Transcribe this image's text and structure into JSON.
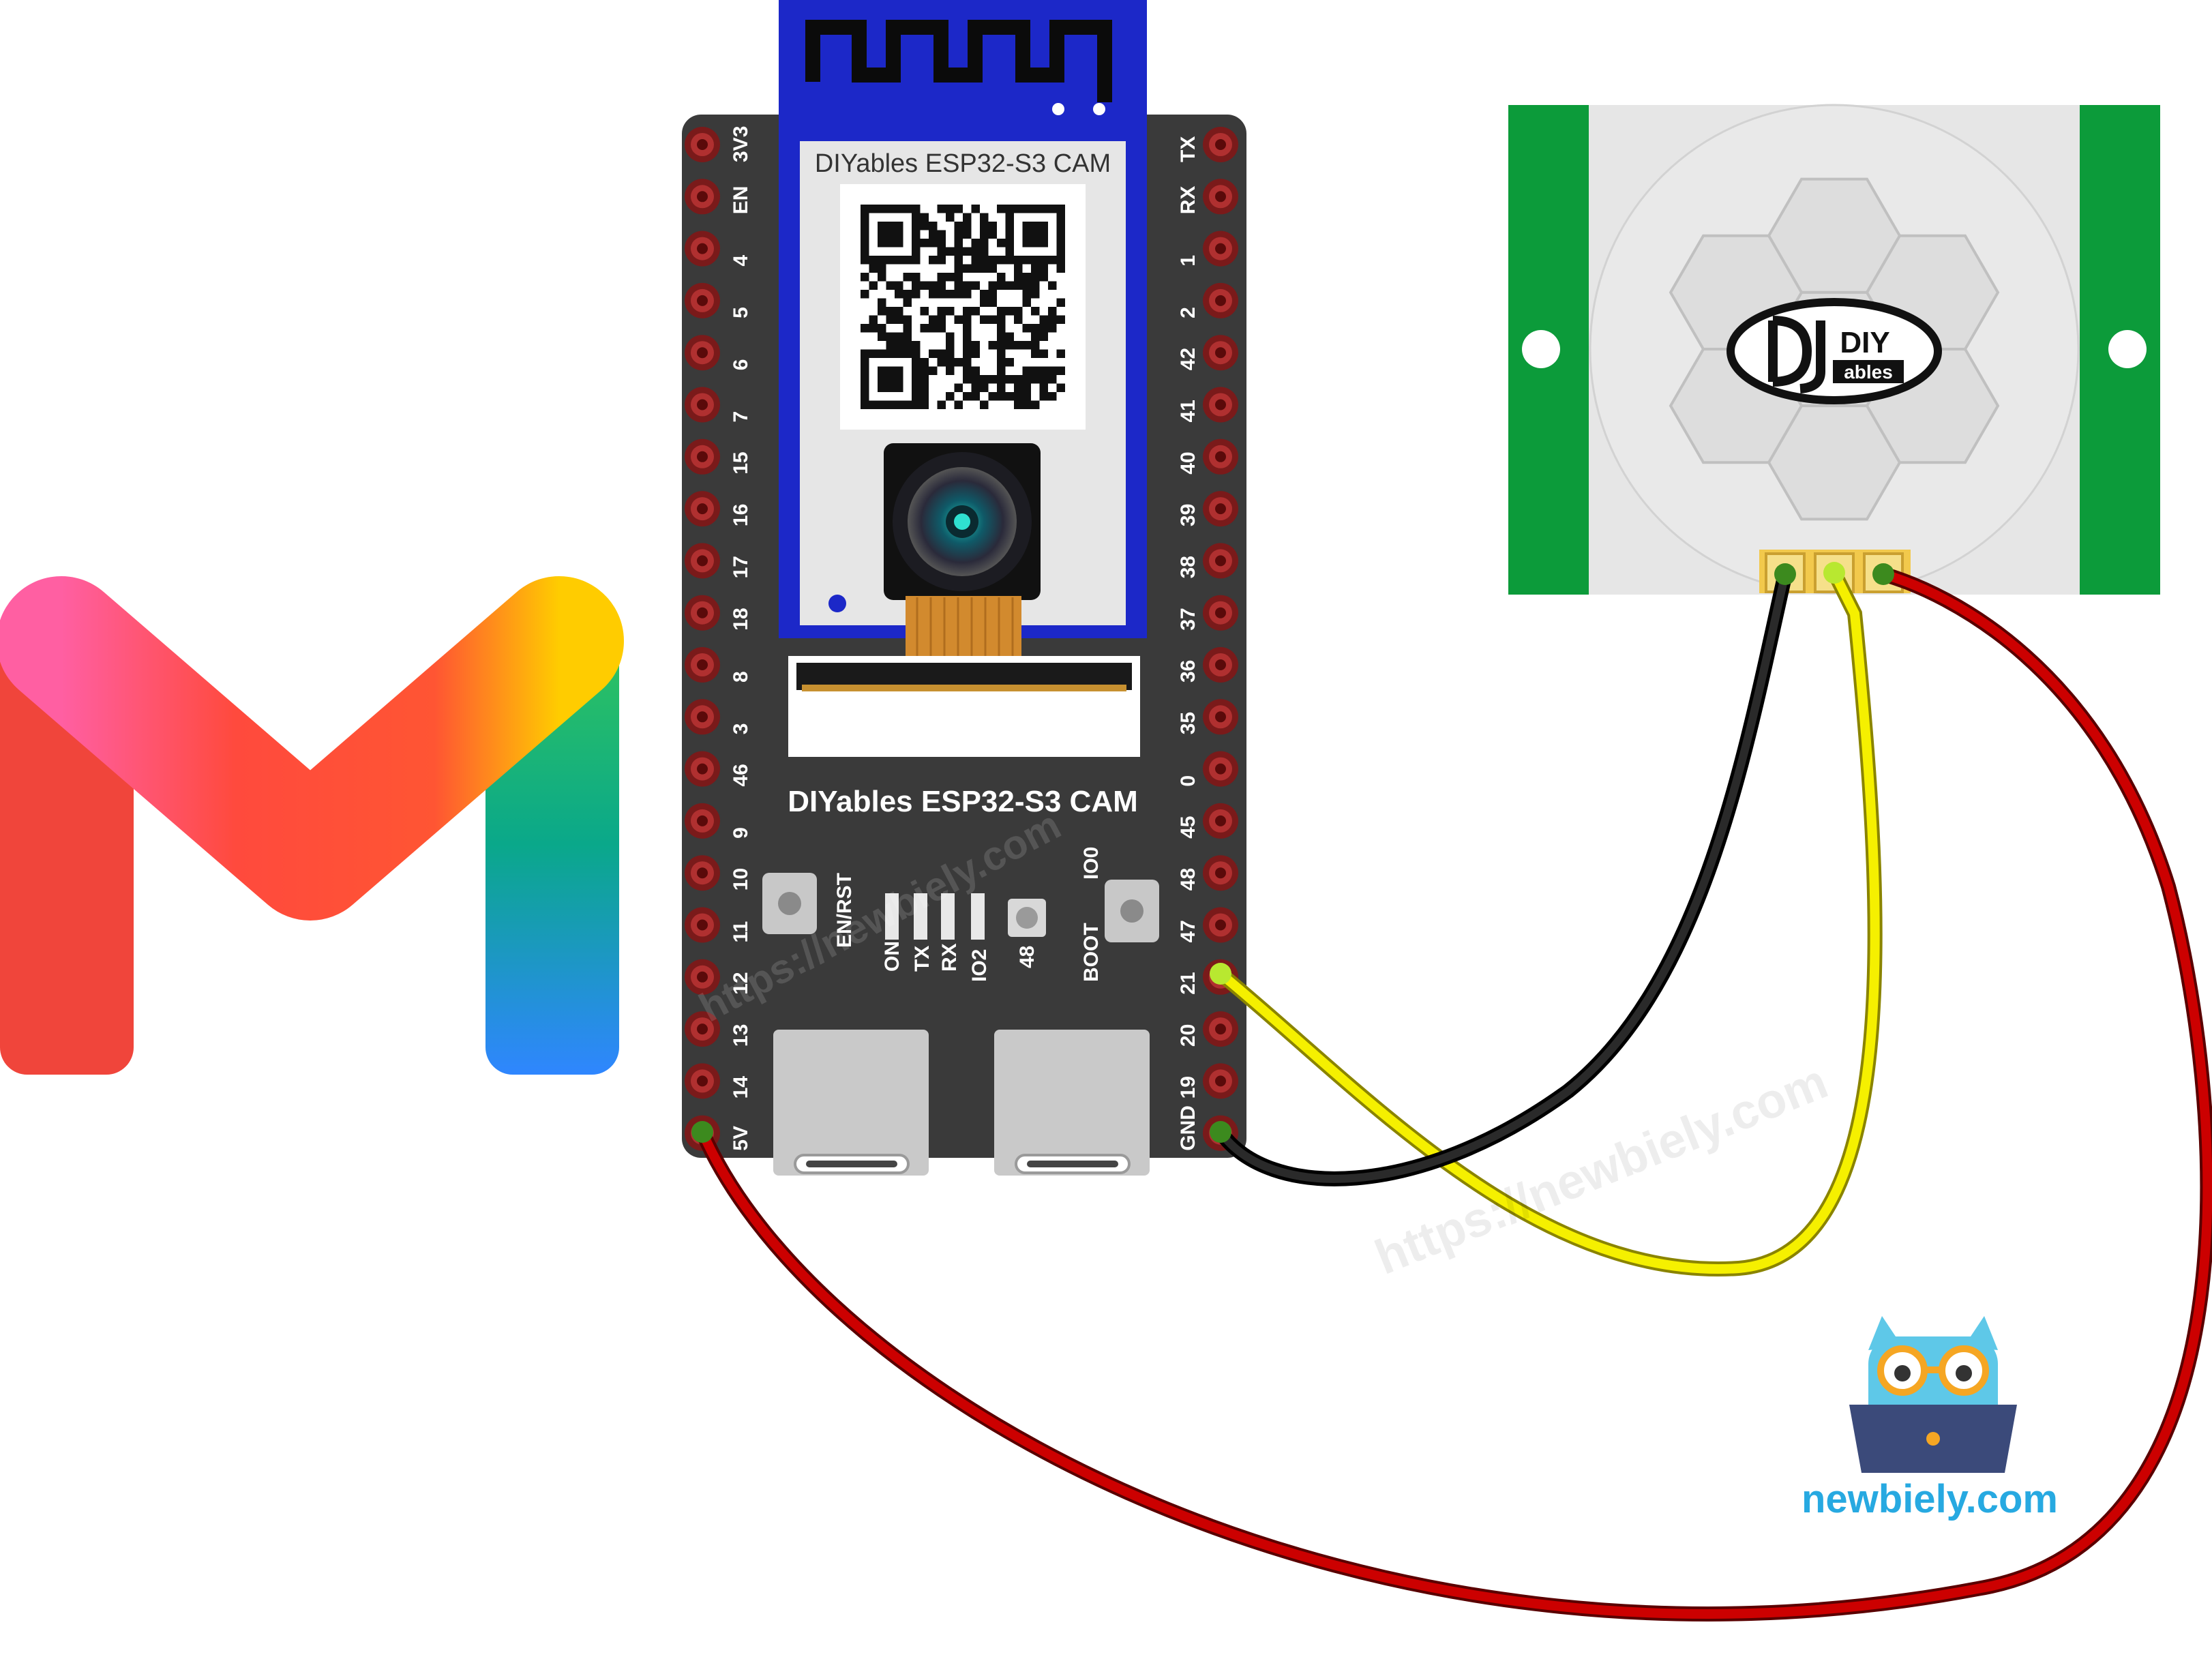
{
  "board": {
    "module_title": "DIYables ESP32-S3 CAM",
    "silk_title": "DIYables ESP32-S3 CAM",
    "left_pins": [
      "3V3",
      "EN",
      "4",
      "5",
      "6",
      "7",
      "15",
      "16",
      "17",
      "18",
      "8",
      "3",
      "46",
      "9",
      "10",
      "11",
      "12",
      "13",
      "14",
      "5V"
    ],
    "right_pins": [
      "TX",
      "RX",
      "1",
      "2",
      "42",
      "41",
      "40",
      "39",
      "38",
      "37",
      "36",
      "35",
      "0",
      "45",
      "48",
      "47",
      "21",
      "20",
      "19",
      "GND"
    ],
    "button_left_label": "EN/RST",
    "button_right_label": "BOOT",
    "io0_label": "IO0",
    "led_labels": [
      "ON",
      "TX",
      "RX",
      "IO2",
      "48"
    ]
  },
  "sensor": {
    "logo_text_top": "DIY",
    "logo_text_bottom": "ables"
  },
  "watermark": {
    "text": "https://newbiely.com",
    "site": "newbiely.com"
  },
  "wires": [
    {
      "from": "5V",
      "to": "sensor-vcc",
      "color": "#cc0000"
    },
    {
      "from": "21",
      "to": "sensor-out",
      "color": "#f5f000"
    },
    {
      "from": "GND",
      "to": "sensor-gnd",
      "color": "#111111"
    }
  ],
  "colors": {
    "board": "#3a3a3a",
    "module": "#1c28c8",
    "pcb_green": "#0c9b3a",
    "wire_red": "#cc0000",
    "wire_yellow": "#f5f000",
    "wire_black": "#111111",
    "site_text": "#27a9e1"
  }
}
